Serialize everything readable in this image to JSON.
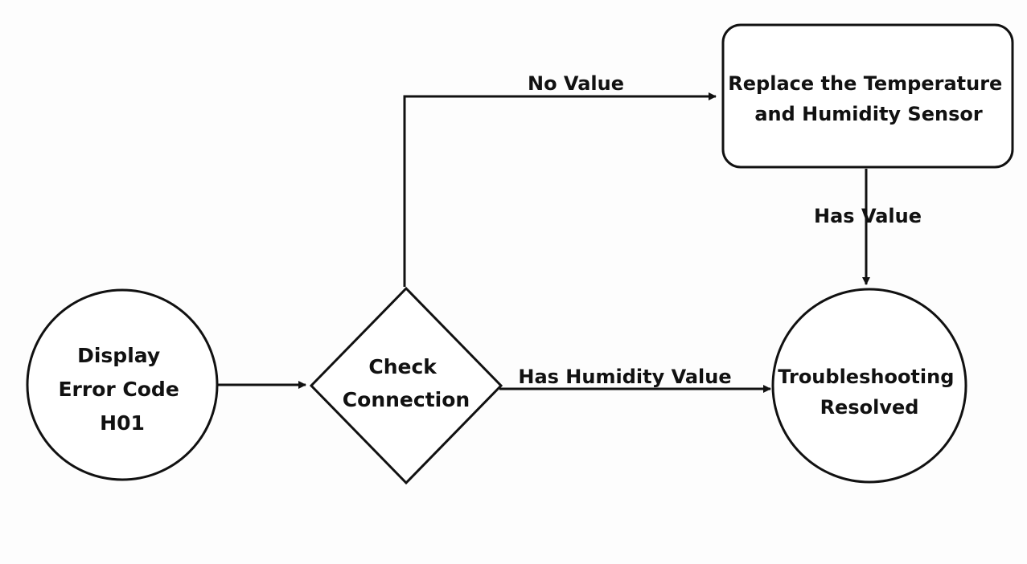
{
  "nodes": {
    "start": {
      "lines": [
        "Display",
        "Error Code",
        "H01"
      ]
    },
    "decision": {
      "lines": [
        "Check",
        "Connection"
      ]
    },
    "replace": {
      "lines": [
        "Replace the Temperature",
        "and Humidity Sensor"
      ]
    },
    "resolved": {
      "lines": [
        "Troubleshooting",
        "Resolved"
      ]
    }
  },
  "edges": {
    "no_value": "No Value",
    "has_value": "Has Value",
    "has_humidity_value": "Has Humidity Value"
  },
  "colors": {
    "stroke": "#111111",
    "text": "#111111",
    "background": "#fdfdfd",
    "node_fill": "#ffffff"
  }
}
